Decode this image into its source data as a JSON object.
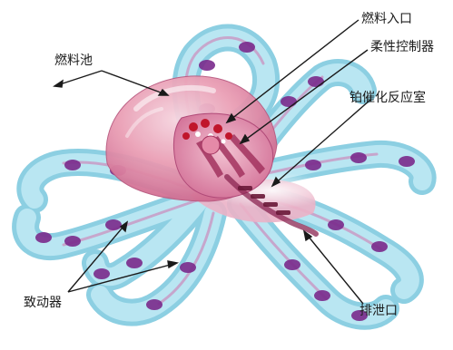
{
  "callouts": {
    "fuel_tank": "燃料池",
    "fuel_inlet": "燃料入口",
    "soft_controller": "柔性控制器",
    "platinum_chamber": "铂催化反应室",
    "actuators": "致动器",
    "exhaust_vent": "排泄口"
  },
  "colors": {
    "arm_fill": "#a9dcec",
    "arm_edge": "#7ec6dc",
    "chamber_dot": "#7a2a8c",
    "body_pink": "#e07aa0",
    "body_dark": "#b8406e",
    "leader_line": "#1a1a1a"
  }
}
